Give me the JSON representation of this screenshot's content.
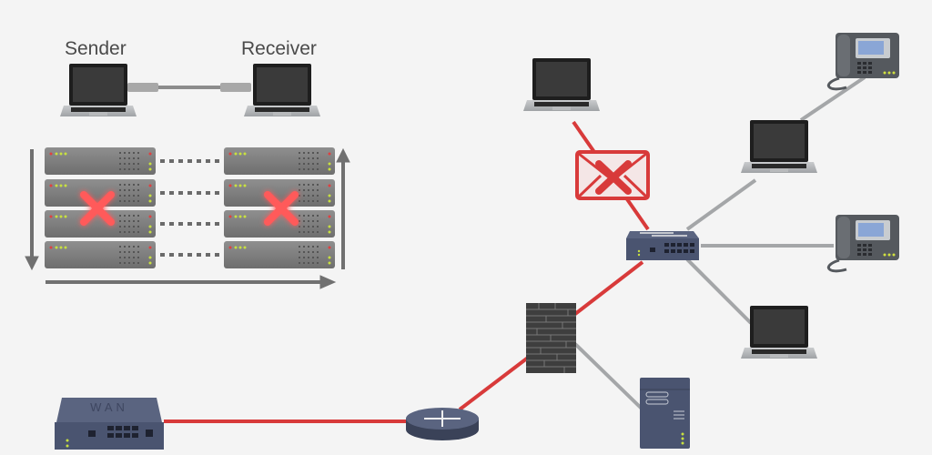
{
  "labels": {
    "sender": "Sender",
    "receiver": "Receiver",
    "wan": "WAN"
  },
  "colors": {
    "background": "#f4f4f4",
    "red_link": "#d83a3a",
    "gray_link": "#a4a6a8",
    "device_navy": "#4a5470",
    "server_gray": "#8a8a8a",
    "alert_red": "#ff4a4a",
    "led_green": "#c8e040",
    "led_red": "#e04040"
  },
  "left_diagram": {
    "title": "Sender to receiver over cable with protocol stack",
    "stack_layers": 4,
    "failed_layers": [
      2,
      3
    ],
    "direction_sender": "down",
    "direction_receiver": "up"
  },
  "network": {
    "nodes": [
      {
        "id": "wan-router",
        "type": "wan-device",
        "label_key": "wan"
      },
      {
        "id": "router",
        "type": "router"
      },
      {
        "id": "firewall",
        "type": "firewall"
      },
      {
        "id": "switch",
        "type": "switch"
      },
      {
        "id": "laptop-top",
        "type": "laptop"
      },
      {
        "id": "laptop-right-1",
        "type": "laptop"
      },
      {
        "id": "laptop-right-2",
        "type": "laptop"
      },
      {
        "id": "phone-1",
        "type": "ip-phone"
      },
      {
        "id": "phone-2",
        "type": "ip-phone"
      },
      {
        "id": "server",
        "type": "server"
      }
    ],
    "links": [
      {
        "from": "wan-router",
        "to": "router",
        "status": "compromised"
      },
      {
        "from": "router",
        "to": "firewall",
        "status": "compromised"
      },
      {
        "from": "firewall",
        "to": "switch",
        "status": "compromised"
      },
      {
        "from": "switch",
        "to": "laptop-top",
        "status": "compromised"
      },
      {
        "from": "firewall",
        "to": "server",
        "status": "normal"
      },
      {
        "from": "switch",
        "to": "laptop-right-1",
        "status": "normal"
      },
      {
        "from": "switch",
        "to": "phone-2",
        "status": "normal"
      },
      {
        "from": "switch",
        "to": "laptop-right-2",
        "status": "normal"
      },
      {
        "from": "laptop-right-1",
        "to": "phone-1",
        "status": "normal"
      }
    ],
    "blocked_message_icon": "mail-blocked-icon"
  }
}
